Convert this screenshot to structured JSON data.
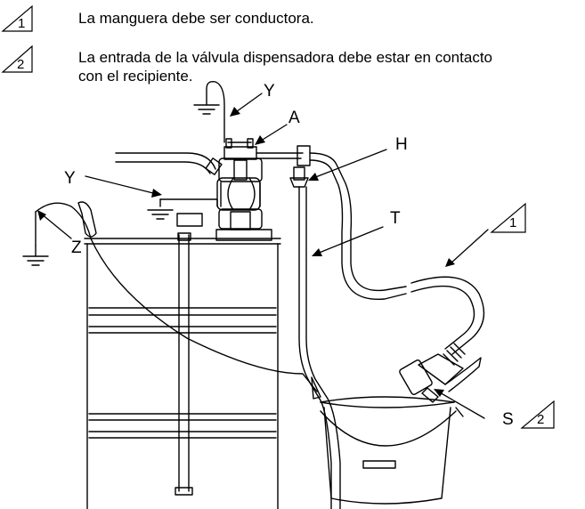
{
  "notes": [
    {
      "number": "1",
      "text": "La manguera debe ser conductora."
    },
    {
      "number": "2",
      "text_line1": "La entrada de la válvula dispensadora debe estar en contacto",
      "text_line2": "con el recipiente."
    }
  ],
  "callouts": {
    "Y_top": "Y",
    "A": "A",
    "H": "H",
    "Y_left": "Y",
    "T": "T",
    "warn1": "1",
    "Z": "Z",
    "S": "S",
    "warn2": "2"
  }
}
